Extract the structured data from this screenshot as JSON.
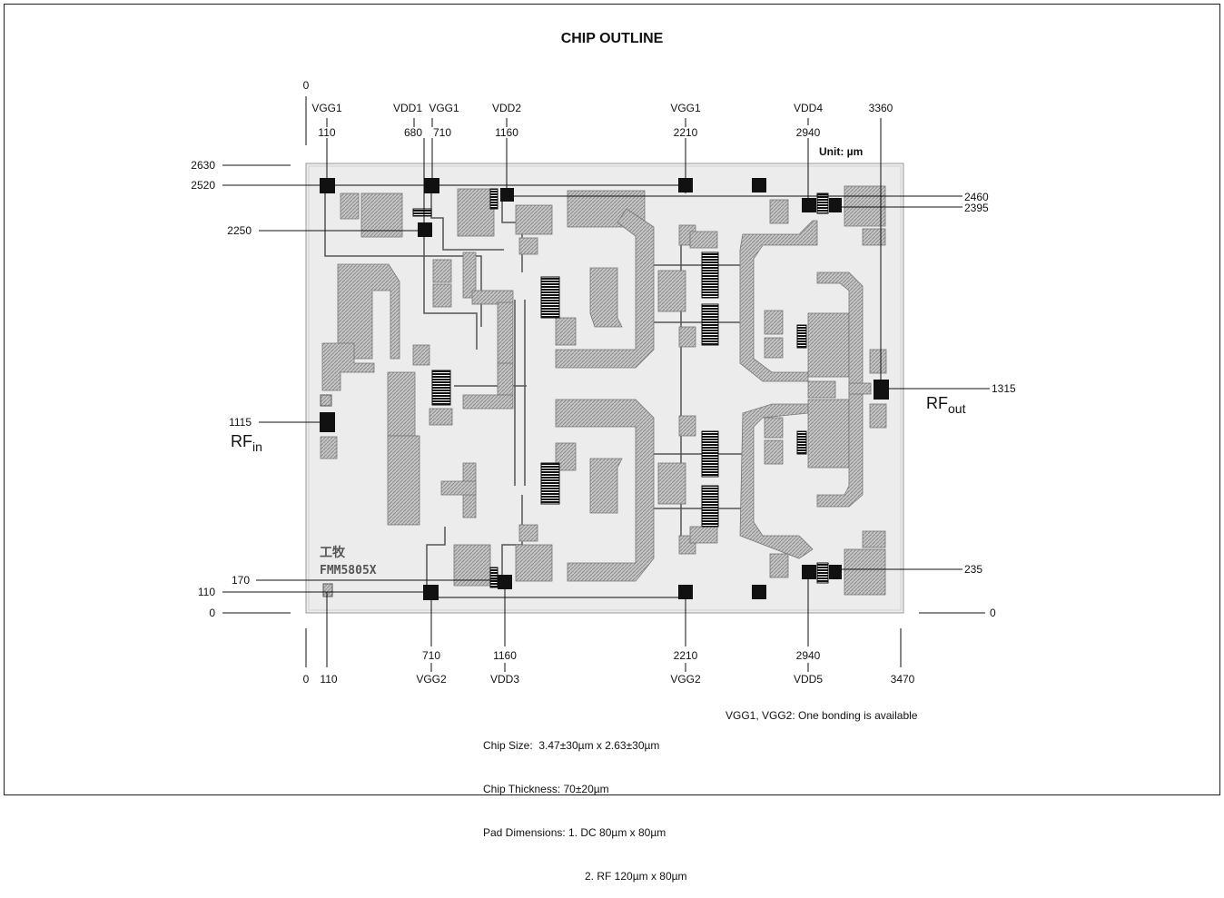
{
  "title": "CHIP OUTLINE",
  "unit": "Unit: µm",
  "top_axis_zero": "0",
  "top_pads": [
    {
      "name": "VGG1",
      "coord": "110"
    },
    {
      "name": "VDD1",
      "coord": "680"
    },
    {
      "name": "VGG1",
      "coord": "710"
    },
    {
      "name": "VDD2",
      "coord": "1160"
    },
    {
      "name": "VGG1",
      "coord": "2210"
    },
    {
      "name": "VDD4",
      "coord": "2940"
    },
    {
      "name": "",
      "coord": "3360"
    }
  ],
  "bottom_pads": [
    {
      "name": "",
      "coord": "0"
    },
    {
      "name": "",
      "coord": "110"
    },
    {
      "name": "VGG2",
      "coord": "710"
    },
    {
      "name": "VDD3",
      "coord": "1160"
    },
    {
      "name": "VGG2",
      "coord": "2210"
    },
    {
      "name": "VDD5",
      "coord": "2940"
    },
    {
      "name": "",
      "coord": "3470"
    }
  ],
  "left_coords": [
    "2630",
    "2520",
    "2250",
    "1115",
    "170",
    "110",
    "0"
  ],
  "right_coords": [
    "2460",
    "2395",
    "1315",
    "235",
    "0"
  ],
  "rf_in": {
    "main": "RF",
    "sub": "in"
  },
  "rf_out": {
    "main": "RF",
    "sub": "out"
  },
  "chip_marking": [
    "工牧",
    "FMM5805X"
  ],
  "notes": {
    "chip_size": "Chip Size:  3.47±30µm x 2.63±30µm",
    "thickness": "Chip Thickness: 70±20µm",
    "pad_dim_1": "Pad Dimensions: 1. DC 80µm x 80µm",
    "pad_dim_2": "2. RF 120µm x 80µm",
    "bonding": "VGG1, VGG2: One bonding is available"
  },
  "colors": {
    "hatch": "#b0b0b0",
    "pad": "#111111",
    "chip_bg": "#ececec"
  }
}
